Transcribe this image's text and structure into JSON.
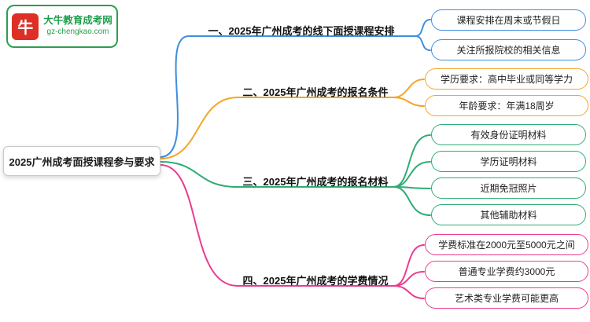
{
  "logo": {
    "site_name": "大牛教育成考网",
    "site_url": "gz-chengkao.com",
    "logo_glyph": "牛"
  },
  "root": {
    "label": "2025广州成考面授课程参与要求"
  },
  "branches": [
    {
      "label": "一、2025年广州成考的线下面授课程安排",
      "color": "#3E8EDE",
      "children": [
        {
          "label": "课程安排在周末或节假日"
        },
        {
          "label": "关注所报院校的相关信息"
        }
      ]
    },
    {
      "label": "二、2025年广州成考的报名条件",
      "color": "#F5A52B",
      "children": [
        {
          "label": "学历要求：高中毕业或同等学力"
        },
        {
          "label": "年龄要求：年满18周岁"
        }
      ]
    },
    {
      "label": "三、2025年广州成考的报名材料",
      "color": "#2FAC74",
      "children": [
        {
          "label": "有效身份证明材料"
        },
        {
          "label": "学历证明材料"
        },
        {
          "label": "近期免冠照片"
        },
        {
          "label": "其他辅助材料"
        }
      ]
    },
    {
      "label": "四、2025年广州成考的学费情况",
      "color": "#EB3C8F",
      "children": [
        {
          "label": "学费标准在2000元至5000元之间"
        },
        {
          "label": "普通专业学费约3000元"
        },
        {
          "label": "艺术类专业学费可能更高"
        }
      ]
    }
  ]
}
